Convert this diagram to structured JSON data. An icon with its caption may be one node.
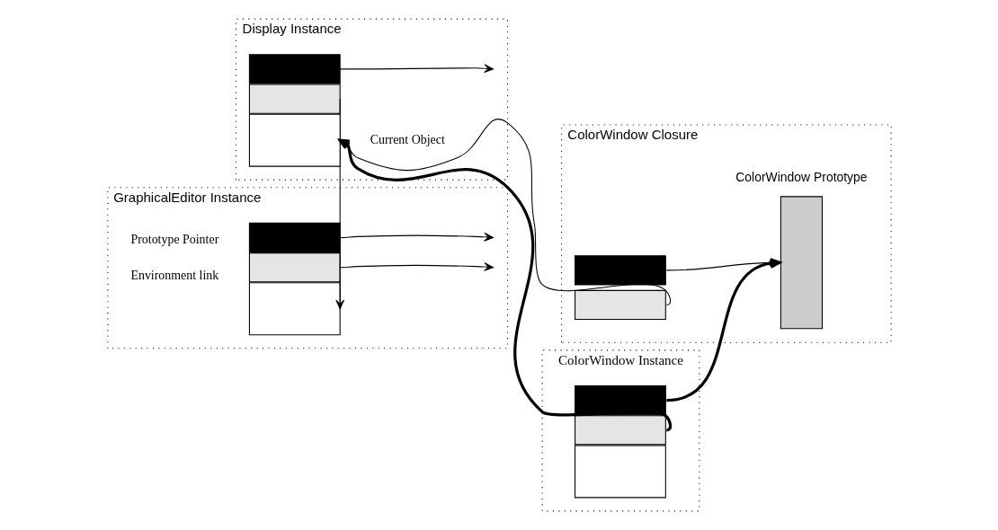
{
  "diagram": {
    "nodes": [
      {
        "text": [
          "GraphicalEditor Instance"
        ]
      },
      {
        "text": [],
        "shape": "box",
        "in": 0,
        "beside": [
          "Prototype Pointer"
        ]
      },
      {
        "text": [],
        "shape": "box",
        "in": 0,
        "beside": [
          "Environment link"
        ]
      },
      {
        "text": [],
        "shape": "box",
        "in": 0
      },
      {
        "text": [
          "Display Instance"
        ],
        "beside": [
          "Current Object"
        ]
      },
      {
        "text": [],
        "shape": "box",
        "in": 4
      },
      {
        "text": [],
        "shape": "box",
        "in": 4
      },
      {
        "text": [],
        "shape": "box",
        "in": 4
      },
      {
        "text": [
          "ColorWindow Closure"
        ]
      },
      {
        "text": [],
        "shape": "box",
        "in": 8
      },
      {
        "text": [],
        "shape": "box",
        "in": 8
      },
      {
        "text": [],
        "shape": "box",
        "in": 8,
        "beside": [
          "ColorWindow Prototype"
        ]
      },
      {
        "text": [
          "ColorWindow Instance"
        ]
      },
      {
        "text": [],
        "shape": "box",
        "in": 12
      },
      {
        "text": [],
        "shape": "box",
        "in": 12
      },
      {
        "text": [],
        "shape": "box",
        "in": 12
      }
    ],
    "edges": [
      {
        "from": 1,
        "to": null,
        "arrow": "to"
      },
      {
        "from": 2,
        "to": null,
        "arrow": "to"
      },
      {
        "from": 6,
        "to": 3,
        "arrow": "to"
      },
      {
        "from": 5,
        "to": null,
        "arrow": "to"
      },
      {
        "from": 9,
        "to": 11,
        "arrow": "to"
      },
      {
        "from": 10,
        "to": 7,
        "arrow": "to"
      },
      {
        "from": 13,
        "to": 11,
        "arrow": "to",
        "style": "thick"
      },
      {
        "from": 14,
        "to": 7,
        "arrow": "to",
        "style": "thick"
      }
    ]
  }
}
